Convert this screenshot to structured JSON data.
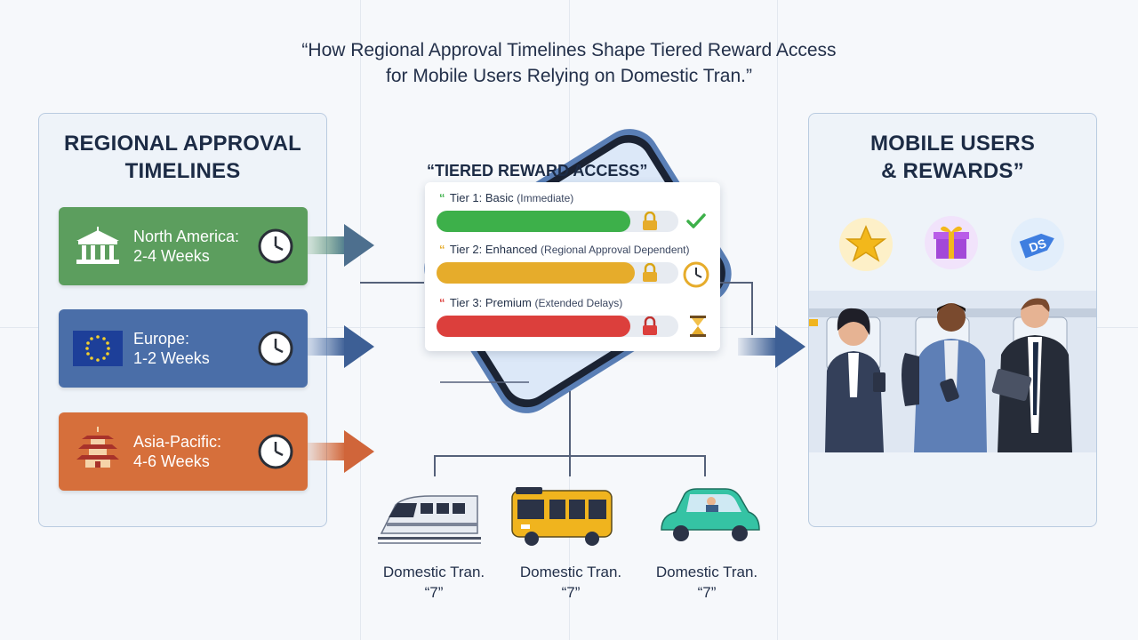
{
  "title": {
    "line1": "“How Regional Approval Timelines Shape Tiered Reward Access",
    "line2": "for Mobile Users Relying on Domestic Tran.”"
  },
  "left_panel": {
    "heading_line1": "REGIONAL APPROVAL",
    "heading_line2": "TIMELINES",
    "regions": [
      {
        "name": "North America:",
        "duration": "2-4 Weeks",
        "color": "#5c9e5e",
        "icon": "bank-icon"
      },
      {
        "name": "Europe:",
        "duration": "1-2 Weeks",
        "color": "#4a6ea8",
        "icon": "eu-flag-icon"
      },
      {
        "name": "Asia-Pacific:",
        "duration": "4-6 Weeks",
        "color": "#d66f3b",
        "icon": "pagoda-icon"
      }
    ]
  },
  "tiers": {
    "heading": "“TIERED REWARD ACCESS”",
    "items": [
      {
        "quote": "“",
        "name": "Tier 1: Basic",
        "note": "(Immediate)",
        "color": "#3db04a",
        "fill": 0.8,
        "status_icon": "check-icon"
      },
      {
        "quote": "“",
        "name": "Tier 2: Enhanced",
        "note": "(Regional Approval Dependent)",
        "color": "#e6ac2b",
        "fill": 0.82,
        "status_icon": "clock-icon"
      },
      {
        "quote": "“",
        "name": "Tier 3: Premium",
        "note": "(Extended Delays)",
        "color": "#dc3f3c",
        "fill": 0.8,
        "status_icon": "hourglass-icon"
      }
    ]
  },
  "transport": [
    {
      "label_line1": "Domestic Tran.",
      "label_line2": "“7”",
      "icon": "train-icon"
    },
    {
      "label_line1": "Domestic Tran.",
      "label_line2": "“7”",
      "icon": "bus-icon"
    },
    {
      "label_line1": "Domestic Tran.",
      "label_line2": "“7”",
      "icon": "car-icon"
    }
  ],
  "right_panel": {
    "heading_line1": "MOBILE USERS",
    "heading_line2": "& REWARDS”",
    "reward_icons": [
      "star-icon",
      "gift-icon",
      "ds-tag-icon"
    ],
    "ds_tag_text": "DS"
  }
}
